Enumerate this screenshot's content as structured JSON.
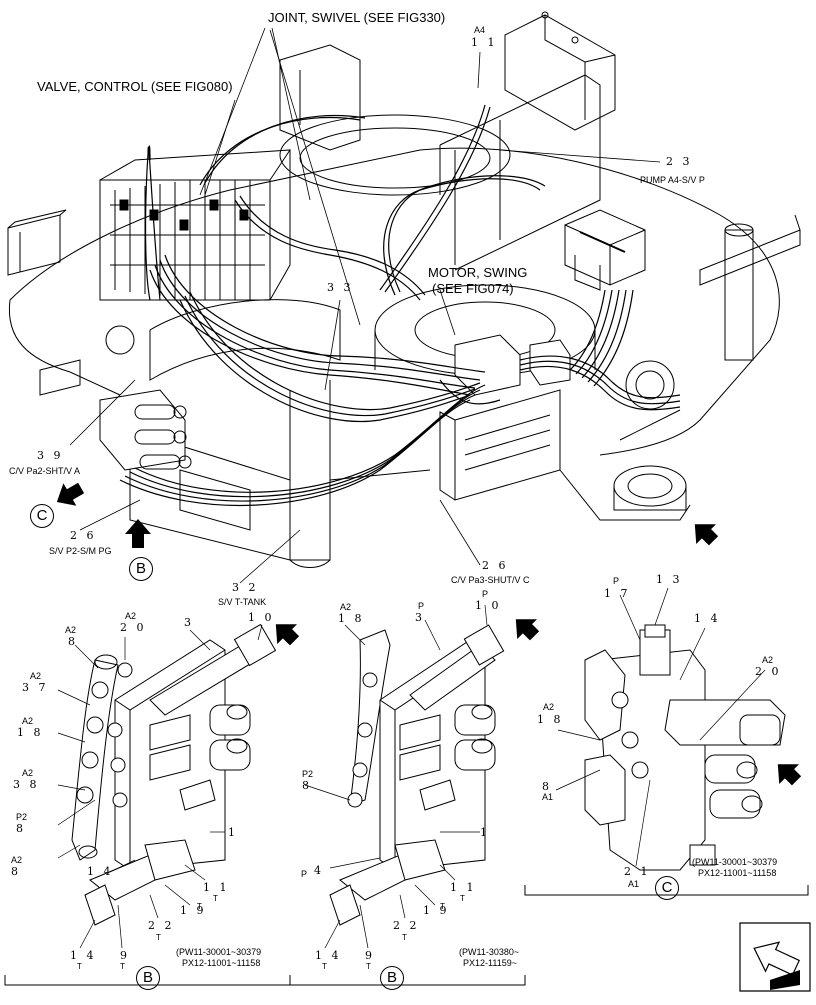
{
  "callouts": {
    "joint_swivel": "JOINT, SWIVEL (SEE FIG330)",
    "valve_control": "VALVE, CONTROL (SEE FIG080)",
    "motor_swing_1": "MOTOR, SWING",
    "motor_swing_2": "(SEE FIG074)"
  },
  "labels": {
    "a4": "A4",
    "n11_top": "1 1",
    "n23": "2 3",
    "pump": "PUMP A4-S/V P",
    "n33": "3 3",
    "n39": "3 9",
    "cv_pa2": "C/V Pa2-SHT/V A",
    "n26_left": "2 6",
    "sv_p2": "S/V P2-S/M PG",
    "n26_right": "2 6",
    "cv_pa3": "C/V Pa3-SHUT/V C",
    "n32": "3 2",
    "sv_t": "S/V T-TANK",
    "view_c_marker": "C",
    "view_b_marker": "B"
  },
  "view_b1": {
    "a2": "A2",
    "n8a": "8",
    "n20": "2 0",
    "n3": "3",
    "n10": "1 0",
    "a2b": "A2",
    "n37": "3 7",
    "a2c": "A2",
    "n18": "1 8",
    "a2d": "A2",
    "n38": "3 8",
    "p2": "P2",
    "n8b": "8",
    "a2e": "A2",
    "n8c": "8",
    "n14": "1 4",
    "n1": "1",
    "n11": "1 1",
    "t11": "T",
    "n19": "1 9",
    "t19": "T",
    "n22": "2 2",
    "t22": "T",
    "n14b": "1 4",
    "t14": "T",
    "n9": "9",
    "t9": "T",
    "range1": "(PW11-30001~30379",
    "range2": "PX12-11001~11158",
    "marker": "B"
  },
  "view_b2": {
    "a2": "A2",
    "n18": "1 8",
    "p": "P",
    "n3": "3",
    "p2lbl": "P",
    "n10": "1 0",
    "p2": "P2",
    "n8": "8",
    "pi": "P",
    "n4": "4",
    "n1": "1",
    "n11": "1 1",
    "t11": "T",
    "n19": "1 9",
    "t19": "T",
    "n22": "2 2",
    "t22": "T",
    "n14": "1 4",
    "t14": "T",
    "n9": "9",
    "t9": "T",
    "range1": "(PW11-30380~",
    "range2": "PX12-11159~",
    "marker": "B"
  },
  "view_c": {
    "p": "P",
    "n17": "1 7",
    "n13": "1 3",
    "n14": "1 4",
    "a2": "A2",
    "n20": "2 0",
    "a2b": "A2",
    "n18": "1 8",
    "n8": "8",
    "a1": "A1",
    "n21": "2 1",
    "a1b": "A1",
    "range1": "(PW11-30001~30379",
    "range2": "PX12-11001~11158",
    "marker": "C"
  }
}
